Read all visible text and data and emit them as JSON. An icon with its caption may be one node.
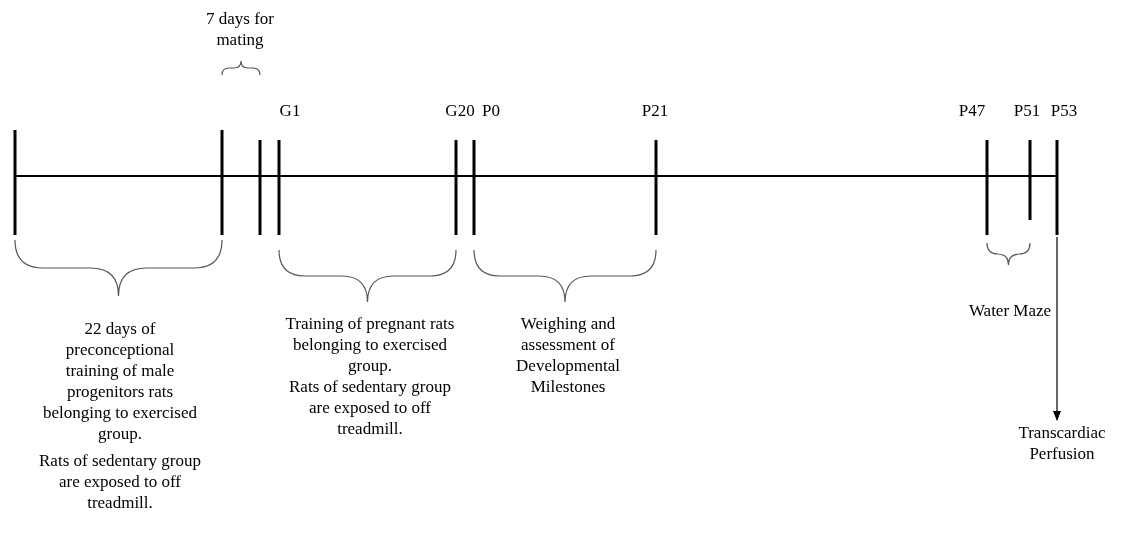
{
  "diagram": {
    "nodes": [
      {
        "text": [],
        "shape": "bar"
      },
      {
        "text": [
          "Transcardiac Perfusion"
        ]
      }
    ],
    "edges": [
      {
        "from": 0,
        "to": 1,
        "arrow": "to"
      }
    ],
    "labels": [
      "7 days for mating",
      "G1",
      "G20",
      "P0",
      "P21",
      "P47",
      "P51",
      "P53",
      "22 days of preconceptional training of male progenitors rats belonging to exercised group.",
      "Rats of sedentary group are exposed to off treadmill.",
      "Training of pregnant rats belonging to exercised group.",
      "Rats of sedentary group are exposed to off treadmill.",
      "Weighing and assessment of Developmental Milestones",
      "Water Maze"
    ]
  }
}
